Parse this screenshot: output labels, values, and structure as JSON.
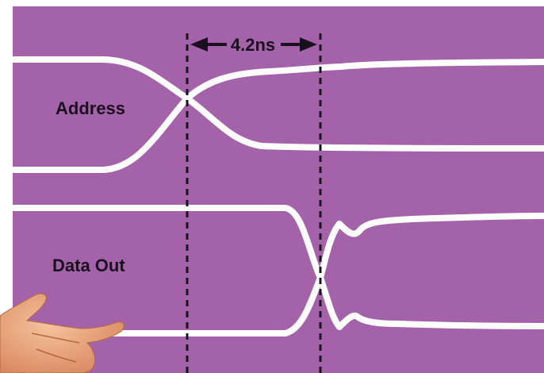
{
  "colors": {
    "panel_background": "#a463a8",
    "trace": "#ffffff",
    "guide_lines": "#1a1420",
    "text": "#1a0f1f",
    "skin": "#f0b089"
  },
  "signals": {
    "address_label": "Address",
    "data_out_label": "Data Out"
  },
  "measurement": {
    "label": "4.2ns"
  },
  "icons": {
    "hand": "hand-pointer-icon",
    "arrows": "double-arrow-icon"
  }
}
